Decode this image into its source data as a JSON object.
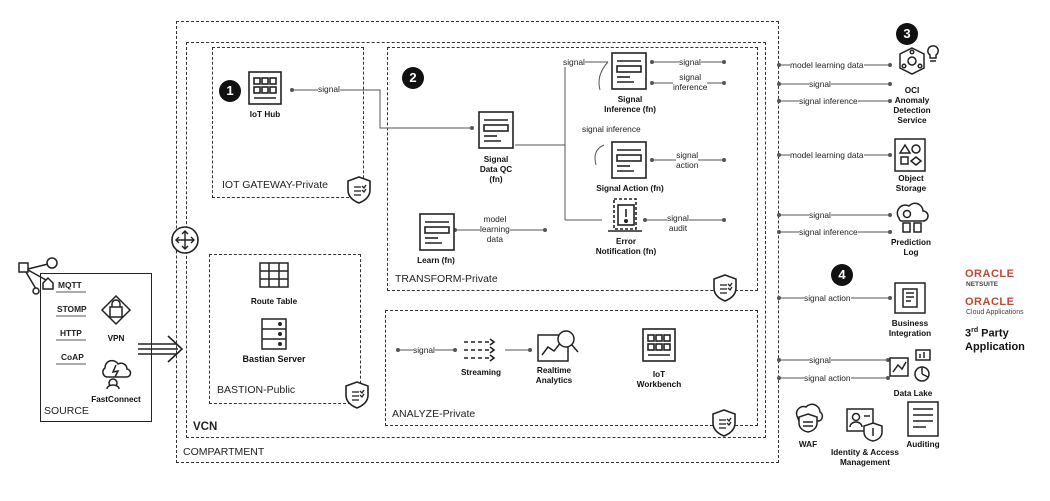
{
  "containers": {
    "compartment": "COMPARTMENT",
    "vcn": "VCN",
    "iot_gateway": "IOT GATEWAY-Private",
    "transform": "TRANSFORM-Private",
    "bastion": "BASTION-Public",
    "analyze": "ANALYZE-Private",
    "source": "SOURCE"
  },
  "badges": [
    "1",
    "2",
    "3",
    "4"
  ],
  "protocols": [
    "MQTT",
    "STOMP",
    "HTTP",
    "CoAP"
  ],
  "nodes": {
    "vpn": "VPN",
    "fastconnect": "FastConnect",
    "iot_hub": "IoT Hub",
    "route_table": "Route Table",
    "bastian_server": "Bastian Server",
    "signal_data_qc": "Signal\nData QC\n(fn)",
    "signal_inference": "Signal\nInference (fn)",
    "signal_action": "Signal Action (fn)",
    "learn": "Learn (fn)",
    "error_notification": "Error\nNotification (fn)",
    "streaming": "Streaming",
    "realtime_analytics": "Realtime\nAnalytics",
    "iot_workbench": "IoT\nWorkbench",
    "anomaly": "OCI\nAnomaly\nDetection\nService",
    "object_storage": "Object\nStorage",
    "prediction_log": "Prediction\nLog",
    "business_integration": "Business\nIntegration",
    "data_lake": "Data Lake",
    "waf": "WAF",
    "iam": "Identity & Access\nManagement",
    "auditing": "Auditing"
  },
  "edge_labels": {
    "hub_signal": "signal",
    "signal_top_in": "signal",
    "signal_out1": "signal",
    "signal_inference_out": "signal\ninference",
    "signal_inference_mid": "signal  inference",
    "signal_action_out": "signal\naction",
    "model_learning_data_learn": "model\nlearning\ndata",
    "signal_audit": "signal\naudit",
    "analyze_signal": "signal",
    "r_model_learning_data_1": "model learning data",
    "r_signal_1": "signal",
    "r_signal_inference_1": "signal inference",
    "r_model_learning_data_2": "model learning data",
    "r_signal_2": "signal",
    "r_signal_inference_2": "signal inference",
    "r_signal_action_1": "signal action",
    "r_signal_3": "signal",
    "r_signal_action_2": "signal action"
  },
  "third_party": {
    "oracle1": "ORACLE",
    "netsuite": "NETSUITE",
    "oracle2": "ORACLE",
    "cloud_apps": "Cloud Applications",
    "label_pre": "3",
    "label_sup": "rd",
    "label_post": " Party\nApplication"
  },
  "colors": {
    "oracle_red": "#c74634",
    "line": "#444444",
    "accent": "#111111"
  }
}
